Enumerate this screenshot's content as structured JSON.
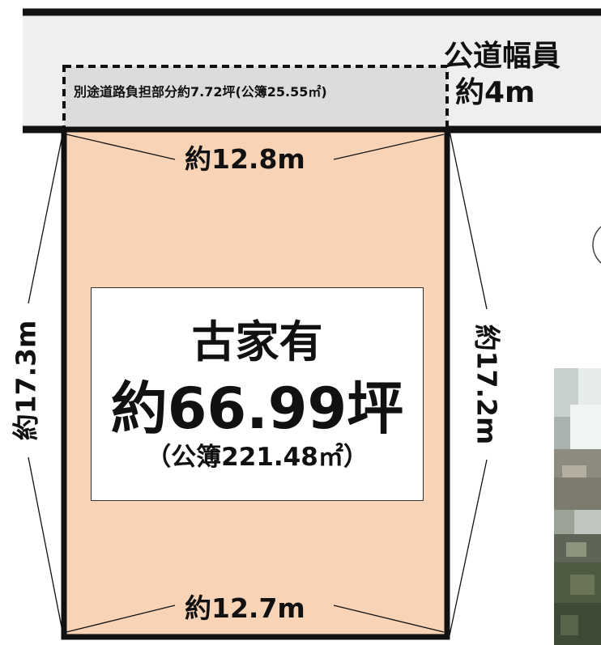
{
  "road": {
    "width_line1": "公道幅員",
    "width_line2": "約4m",
    "burden_note": "別途道路負担部分約7.72坪(公簿25.55㎡)"
  },
  "lot": {
    "top_width": "約12.8m",
    "bottom_width": "約12.7m",
    "left_depth": "約17.3m",
    "right_depth": "約17.2m",
    "house_note": "古家有",
    "area_tsubo": "約66.99坪",
    "area_m2": "（公簿221.48㎡）"
  },
  "colors": {
    "lot_fill": "#f9d3b5",
    "road_fill": "#efefef",
    "burden_fill": "#dcdcdc",
    "line": "#111111"
  }
}
